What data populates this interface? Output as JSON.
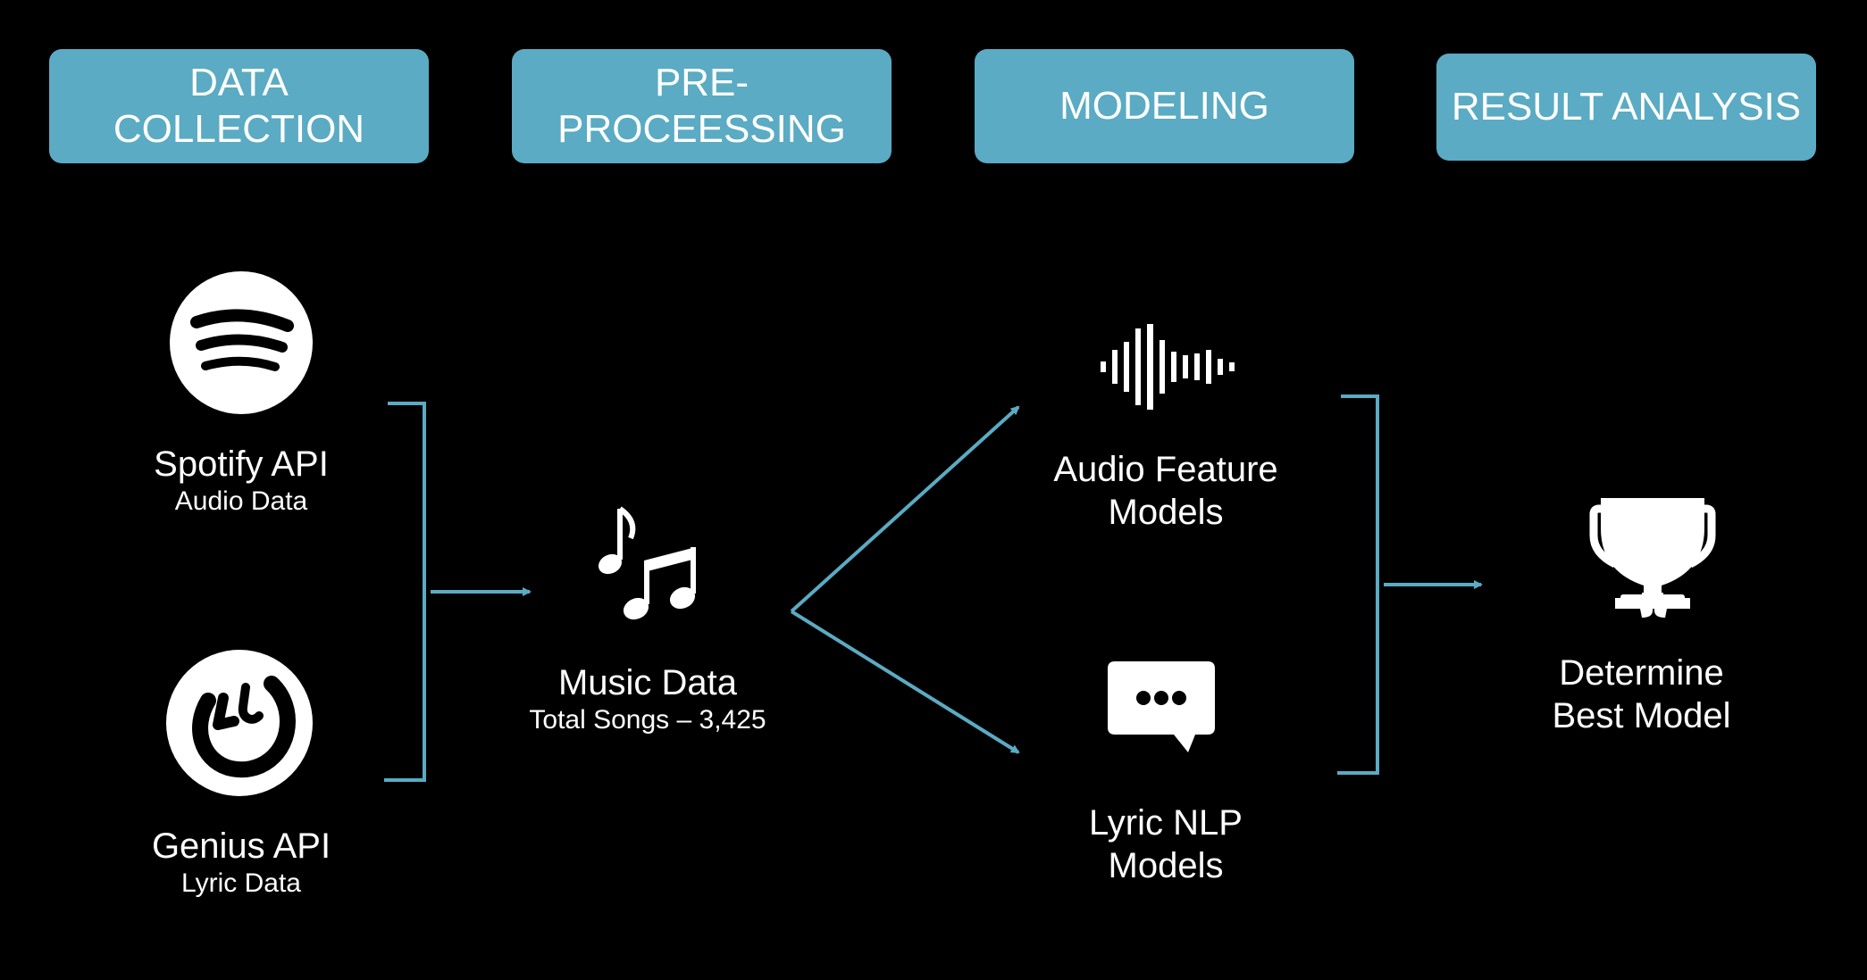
{
  "colors": {
    "background": "#000000",
    "accent": "#5aabc3",
    "text": "#ffffff",
    "icon_fg": "#000000"
  },
  "stages": [
    {
      "label": "DATA\nCOLLECTION"
    },
    {
      "label": "PRE-\nPROCEESSING"
    },
    {
      "label": "MODELING"
    },
    {
      "label": "RESULT ANALYSIS"
    }
  ],
  "sources": [
    {
      "title": "Spotify API",
      "subtitle": "Audio Data",
      "icon": "spotify-logo-icon"
    },
    {
      "title": "Genius API",
      "subtitle": "Lyric Data",
      "icon": "genius-logo-icon"
    }
  ],
  "music": {
    "title": "Music Data",
    "subtitle": "Total Songs – 3,425",
    "icon": "music-notes-icon"
  },
  "models": [
    {
      "title": "Audio Feature\nModels",
      "icon": "sound-wave-icon"
    },
    {
      "title": "Lyric NLP\nModels",
      "icon": "chat-bubble-icon"
    }
  ],
  "result": {
    "title": "Determine\nBest Model",
    "icon": "trophy-icon"
  }
}
